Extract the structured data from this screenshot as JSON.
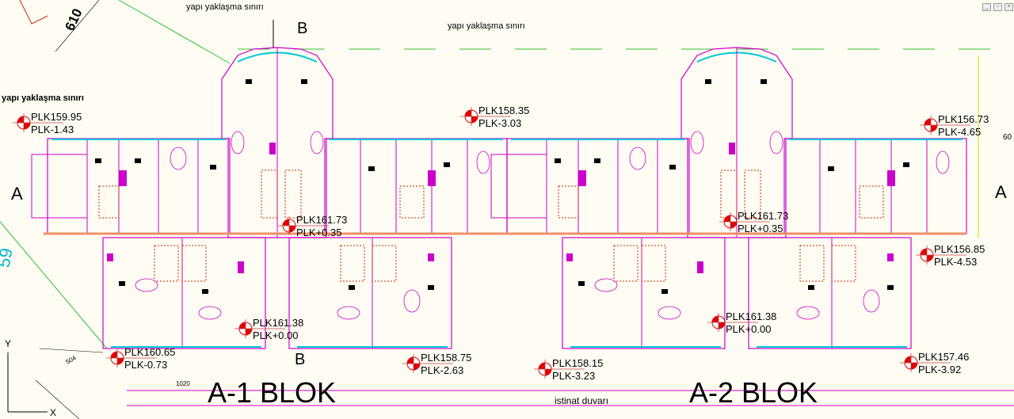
{
  "window_controls": {
    "minimize": "_",
    "restore": "▫",
    "close": "×"
  },
  "labels": {
    "approach_limit": "yapı yaklaşma  sınırı",
    "dim_610": "610",
    "dim_504": "504",
    "dim_1020": "1020",
    "dim_60": "60",
    "dim_59": "59",
    "retaining_wall": "istinat duvarı",
    "block_a1": "A-1 BLOK",
    "block_a2": "A-2 BLOK",
    "section_a": "A",
    "section_b": "B",
    "axis_x": "X",
    "axis_y": "Y"
  },
  "elevations": [
    {
      "plk": "PLK159.95",
      "rel": "PLK-1.43"
    },
    {
      "plk": "PLK158.35",
      "rel": "PLK-3.03"
    },
    {
      "plk": "PLK156.73",
      "rel": "PLK-4.65"
    },
    {
      "plk": "PLK161.73",
      "rel": "PLK+0.35"
    },
    {
      "plk": "PLK161.73",
      "rel": "PLK+0.35"
    },
    {
      "plk": "PLK156.85",
      "rel": "PLK-4.53"
    },
    {
      "plk": "PLK161.38",
      "rel": "PLK+0.00"
    },
    {
      "plk": "PLK161.38",
      "rel": "PLK+0.00"
    },
    {
      "plk": "PLK160.65",
      "rel": "PLK-0.73"
    },
    {
      "plk": "PLK158.75",
      "rel": "PLK-2.63"
    },
    {
      "plk": "PLK158.15",
      "rel": "PLK-3.23"
    },
    {
      "plk": "PLK157.46",
      "rel": "PLK-3.92"
    }
  ],
  "colors": {
    "background": "#fffdf3",
    "walls": "#cc00cc",
    "glazing": "#00c8d8",
    "columns": "#f0906a",
    "stairs": "#c82800",
    "marker": "#e00000",
    "boundary": "#30c030"
  }
}
